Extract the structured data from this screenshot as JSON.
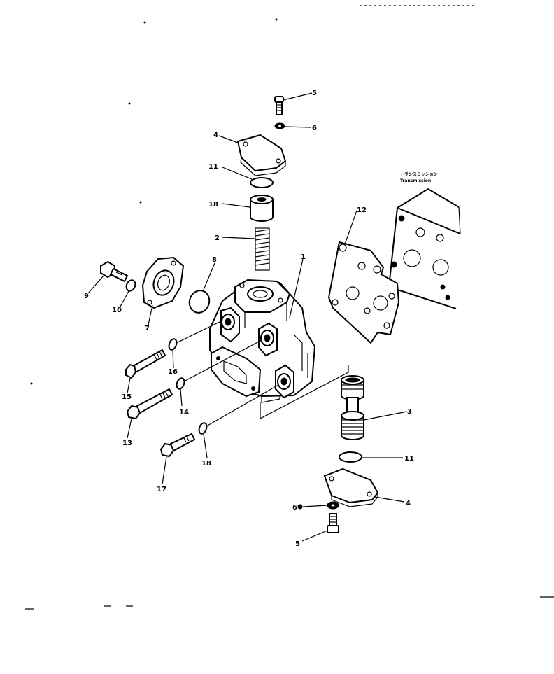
{
  "diagram": {
    "transmission_note_jp": "トランスミッション",
    "transmission_note_en": "Transmission",
    "part_labels": [
      {
        "id": "p5_top",
        "text": "5"
      },
      {
        "id": "p6_top",
        "text": "6"
      },
      {
        "id": "p4_top",
        "text": "4"
      },
      {
        "id": "p11_top",
        "text": "11"
      },
      {
        "id": "p18",
        "text": "18"
      },
      {
        "id": "p2",
        "text": "2"
      },
      {
        "id": "p8",
        "text": "8"
      },
      {
        "id": "p1",
        "text": "1"
      },
      {
        "id": "p12",
        "text": "12"
      },
      {
        "id": "p9",
        "text": "9"
      },
      {
        "id": "p10",
        "text": "10"
      },
      {
        "id": "p7",
        "text": "7"
      },
      {
        "id": "p16",
        "text": "16"
      },
      {
        "id": "p15",
        "text": "15"
      },
      {
        "id": "p14",
        "text": "14"
      },
      {
        "id": "p13",
        "text": "13"
      },
      {
        "id": "p18b",
        "text": "18"
      },
      {
        "id": "p17",
        "text": "17"
      },
      {
        "id": "p3",
        "text": "3"
      },
      {
        "id": "p11_bot",
        "text": "11"
      },
      {
        "id": "p4_bot",
        "text": "4"
      },
      {
        "id": "p6_bot",
        "text": "6"
      },
      {
        "id": "p5_bot",
        "text": "5"
      }
    ]
  }
}
